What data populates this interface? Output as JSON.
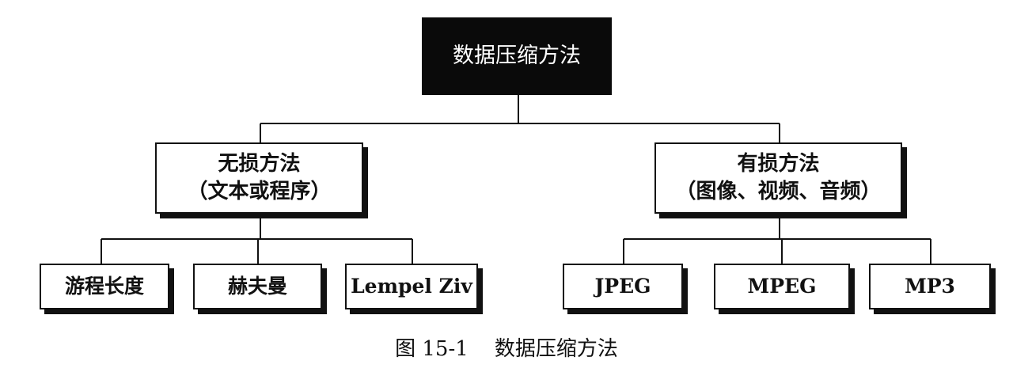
{
  "diagram": {
    "root": {
      "label": "数据压缩方法"
    },
    "branches": [
      {
        "title": "无损方法",
        "subtitle": "（文本或程序）",
        "children": [
          "游程长度",
          "赫夫曼",
          "Lempel Ziv"
        ]
      },
      {
        "title": "有损方法",
        "subtitle": "（图像、视频、音频）",
        "children": [
          "JPEG",
          "MPEG",
          "MP3"
        ]
      }
    ]
  },
  "caption": {
    "figure_number": "图 15-1",
    "title": "数据压缩方法"
  }
}
